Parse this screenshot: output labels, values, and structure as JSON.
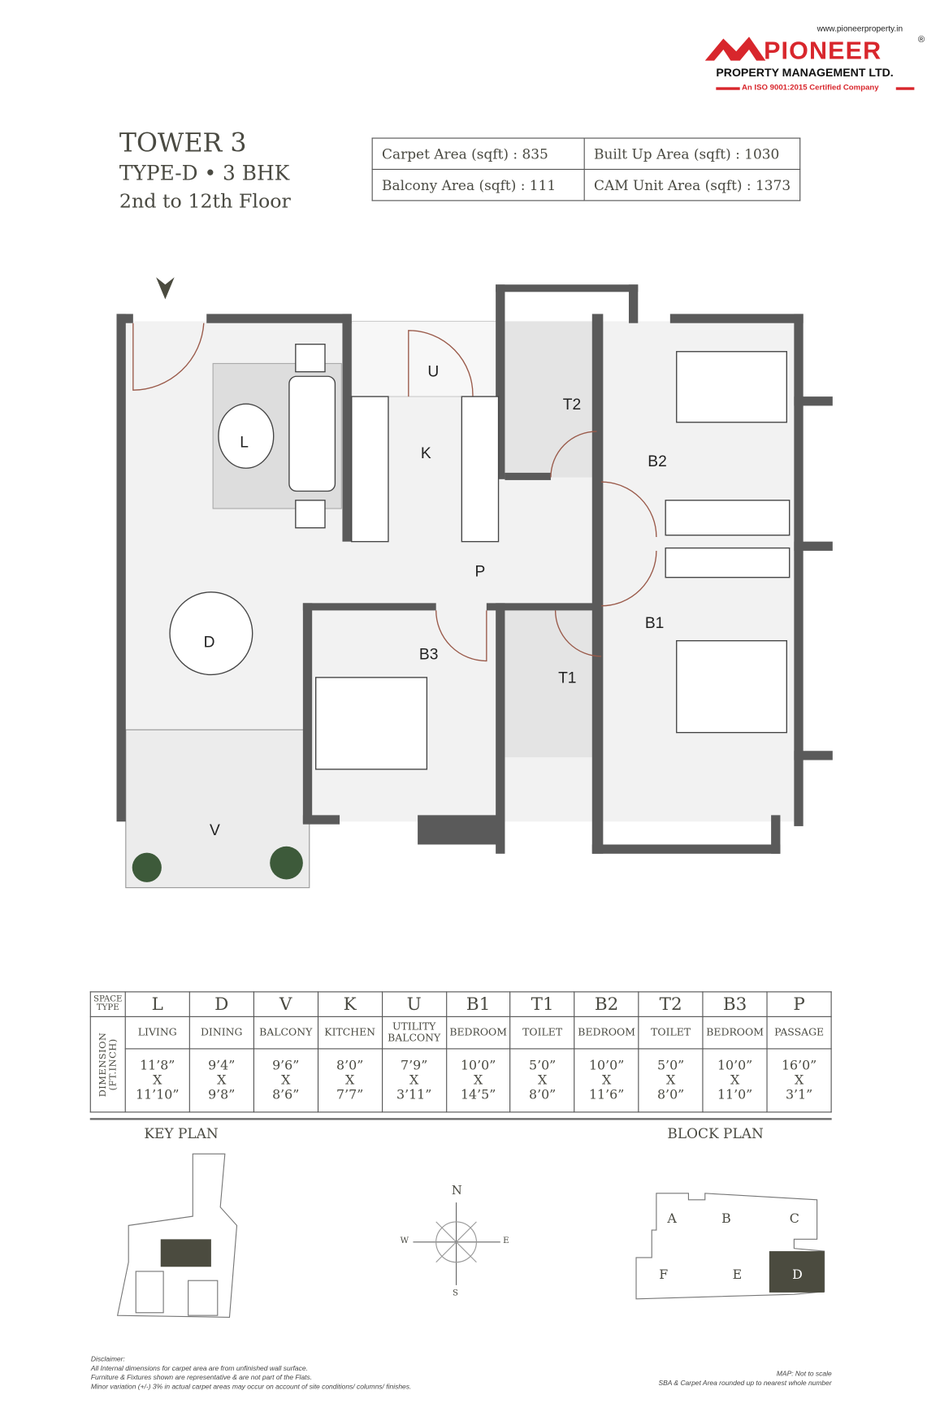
{
  "logo": {
    "url": "www.pioneerproperty.in",
    "name": "PIONEER",
    "registered": "®",
    "subtitle": "PROPERTY MANAGEMENT LTD.",
    "certification": "An ISO 9001:2015 Certified Company"
  },
  "header": {
    "tower": "TOWER 3",
    "type": "TYPE-D • 3 BHK",
    "floors": "2nd to 12th Floor"
  },
  "areas": {
    "carpet": "Carpet Area (sqft) : 835",
    "built_up": "Built Up Area (sqft) : 1030",
    "balcony": "Balcony Area (sqft) : 111",
    "cam": "CAM Unit Area (sqft) : 1373"
  },
  "plan_labels": {
    "L": "L",
    "K": "K",
    "U": "U",
    "T2": "T2",
    "B2": "B2",
    "P": "P",
    "D": "D",
    "B3": "B3",
    "T1": "T1",
    "B1": "B1",
    "V": "V"
  },
  "table": {
    "space_type_label": "SPACE TYPE",
    "dimension_label": "DIMENSION (FT.INCH)",
    "rows": [
      {
        "code": "L",
        "name": "LIVING",
        "d1": "11’8”",
        "x": "X",
        "d2": "11’10”"
      },
      {
        "code": "D",
        "name": "DINING",
        "d1": "9’4”",
        "x": "X",
        "d2": "9’8”"
      },
      {
        "code": "V",
        "name": "BALCONY",
        "d1": "9’6”",
        "x": "X",
        "d2": "8’6”"
      },
      {
        "code": "K",
        "name": "KITCHEN",
        "d1": "8’0”",
        "x": "X",
        "d2": "7’7”"
      },
      {
        "code": "U",
        "name": "UTILITY BALCONY",
        "d1": "7’9”",
        "x": "X",
        "d2": "3’11”"
      },
      {
        "code": "B1",
        "name": "BEDROOM",
        "d1": "10’0”",
        "x": "X",
        "d2": "14’5”"
      },
      {
        "code": "T1",
        "name": "TOILET",
        "d1": "5’0”",
        "x": "X",
        "d2": "8’0”"
      },
      {
        "code": "B2",
        "name": "BEDROOM",
        "d1": "10’0”",
        "x": "X",
        "d2": "11’6”"
      },
      {
        "code": "T2",
        "name": "TOILET",
        "d1": "5’0”",
        "x": "X",
        "d2": "8’0”"
      },
      {
        "code": "B3",
        "name": "BEDROOM",
        "d1": "10’0”",
        "x": "X",
        "d2": "11’0”"
      },
      {
        "code": "P",
        "name": "PASSAGE",
        "d1": "16’0”",
        "x": "X",
        "d2": "3’1”"
      }
    ]
  },
  "key_plan": {
    "title": "KEY PLAN"
  },
  "compass": {
    "n": "N",
    "s": "S",
    "e": "E",
    "w": "W"
  },
  "block_plan": {
    "title": "BLOCK PLAN",
    "blocks": [
      "A",
      "B",
      "C",
      "F",
      "E",
      "D"
    ],
    "highlighted": "D",
    "highlight_color": "#4b4b3f"
  },
  "disclaimer": {
    "title": "Disclaimer:",
    "lines": [
      "All Internal dimensions for carpet area are from unfinished wall surface.",
      "Furniture & Fixtures shown are representative & are not part of the Flats.",
      "Minor variation (+/-) 3% in actual carpet areas may occur on account of site conditions/ columns/ finishes."
    ]
  },
  "notes": {
    "map": "MAP: Not to scale",
    "rounding": "SBA & Carpet Area rounded up to nearest whole number"
  }
}
